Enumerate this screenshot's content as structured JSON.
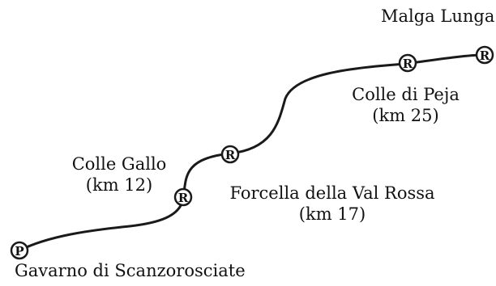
{
  "colors": {
    "route": "#1a1a1a",
    "marker_fill": "#ffffff",
    "marker_stroke": "#1a1a1a",
    "text": "#111111"
  },
  "stops": [
    {
      "marker": "P",
      "name": "Gavarno di Scanzorosciate",
      "km": ""
    },
    {
      "marker": "R",
      "name": "Colle Gallo",
      "km": "(km 12)"
    },
    {
      "marker": "R",
      "name": "Forcella della Val Rossa",
      "km": "(km 17)"
    },
    {
      "marker": "R",
      "name": "Colle di Peja",
      "km": "(km 25)"
    },
    {
      "marker": "R",
      "name": "Malga Lunga",
      "km": ""
    }
  ]
}
